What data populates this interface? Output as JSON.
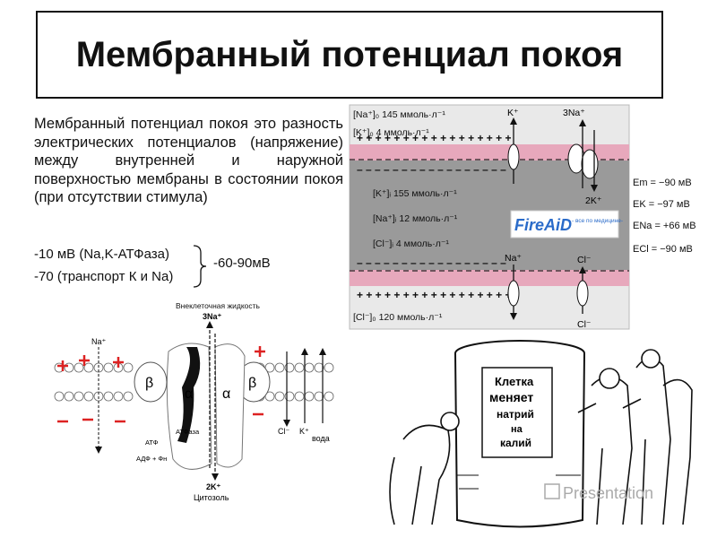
{
  "slide": {
    "title": "Мембранный потенциал покоя",
    "definition": "Мембранный потенциал покоя это разность электрических потенциалов (напряжение) между внутренней и наружной поверхностью мембраны в состоянии покоя (при отсутствии стимула)",
    "item1": "-10 мВ (Na,K-АТФаза)",
    "item2": "-70 (транспорт К и Na)",
    "range": "-60-90мВ"
  },
  "membrane_diagram": {
    "outside_na": "[Na⁺]₀ 145 ммоль·л⁻¹",
    "outside_k": "[K⁺]₀ 4 ммоль·л⁻¹",
    "inside_k": "[K⁺]ᵢ 155 ммоль·л⁻¹",
    "inside_na": "[Na⁺]ᵢ 12 ммоль·л⁻¹",
    "inside_cl": "[Cl⁻]ᵢ 4 ммоль·л⁻¹",
    "outside_cl": "[Cl⁻]₀ 120 ммоль·л⁻¹",
    "k_ion": "K⁺",
    "na3": "3Na⁺",
    "k2": "2K⁺",
    "na_ion": "Na⁺",
    "cl_ion_top": "Cl⁻",
    "cl_ion_bottom": "Cl⁻",
    "plus_row": "+ + + + + + + + + + + + + + + + +",
    "minus_row": "– – – – – – – – – – – – – – – – –",
    "em": "Em = −90 мВ",
    "ek": "EK = −97 мВ",
    "ena": "ENa = +66 мВ",
    "ecl": "ECl = −90 мВ",
    "watermark_logo": "FireAiD",
    "watermark_tag": "- все по медицине-"
  },
  "pump_diagram": {
    "extracellular": "Внеклеточная жидкость",
    "na3": "3Na⁺",
    "na": "Na⁺",
    "beta": "β",
    "alpha": "α",
    "cl": "Cl⁻",
    "k": "K⁺",
    "water": "вода",
    "atp": "АТФ",
    "atpase": "АТФаза",
    "adp": "АДФ + Фн",
    "k2": "2K⁺",
    "cytosol": "Цитозоль"
  },
  "cartoon": {
    "sign_line1": "Клетка",
    "sign_line2": "меняет",
    "sign_line3": "натрий",
    "sign_line4": "на",
    "sign_line5": "калий"
  },
  "watermark": "Presentation"
}
